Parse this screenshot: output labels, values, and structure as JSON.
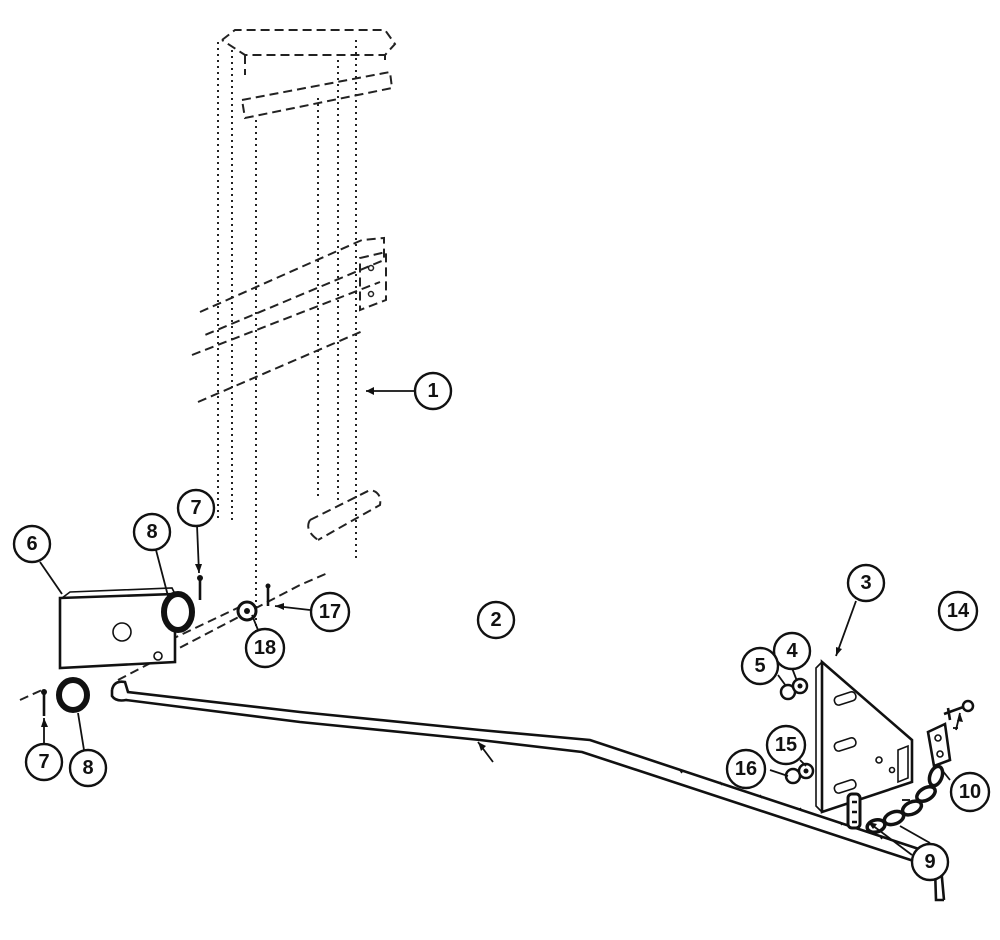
{
  "callouts": [
    {
      "id": "c1",
      "label": "1"
    },
    {
      "id": "c2",
      "label": "2"
    },
    {
      "id": "c3",
      "label": "3"
    },
    {
      "id": "c4",
      "label": "4"
    },
    {
      "id": "c5",
      "label": "5"
    },
    {
      "id": "c6",
      "label": "6"
    },
    {
      "id": "c7a",
      "label": "7"
    },
    {
      "id": "c7b",
      "label": "7"
    },
    {
      "id": "c8a",
      "label": "8"
    },
    {
      "id": "c8b",
      "label": "8"
    },
    {
      "id": "c9",
      "label": "9"
    },
    {
      "id": "c10",
      "label": "10"
    },
    {
      "id": "c14",
      "label": "14"
    },
    {
      "id": "c15",
      "label": "15"
    },
    {
      "id": "c16",
      "label": "16"
    },
    {
      "id": "c17",
      "label": "17"
    },
    {
      "id": "c18",
      "label": "18"
    }
  ]
}
